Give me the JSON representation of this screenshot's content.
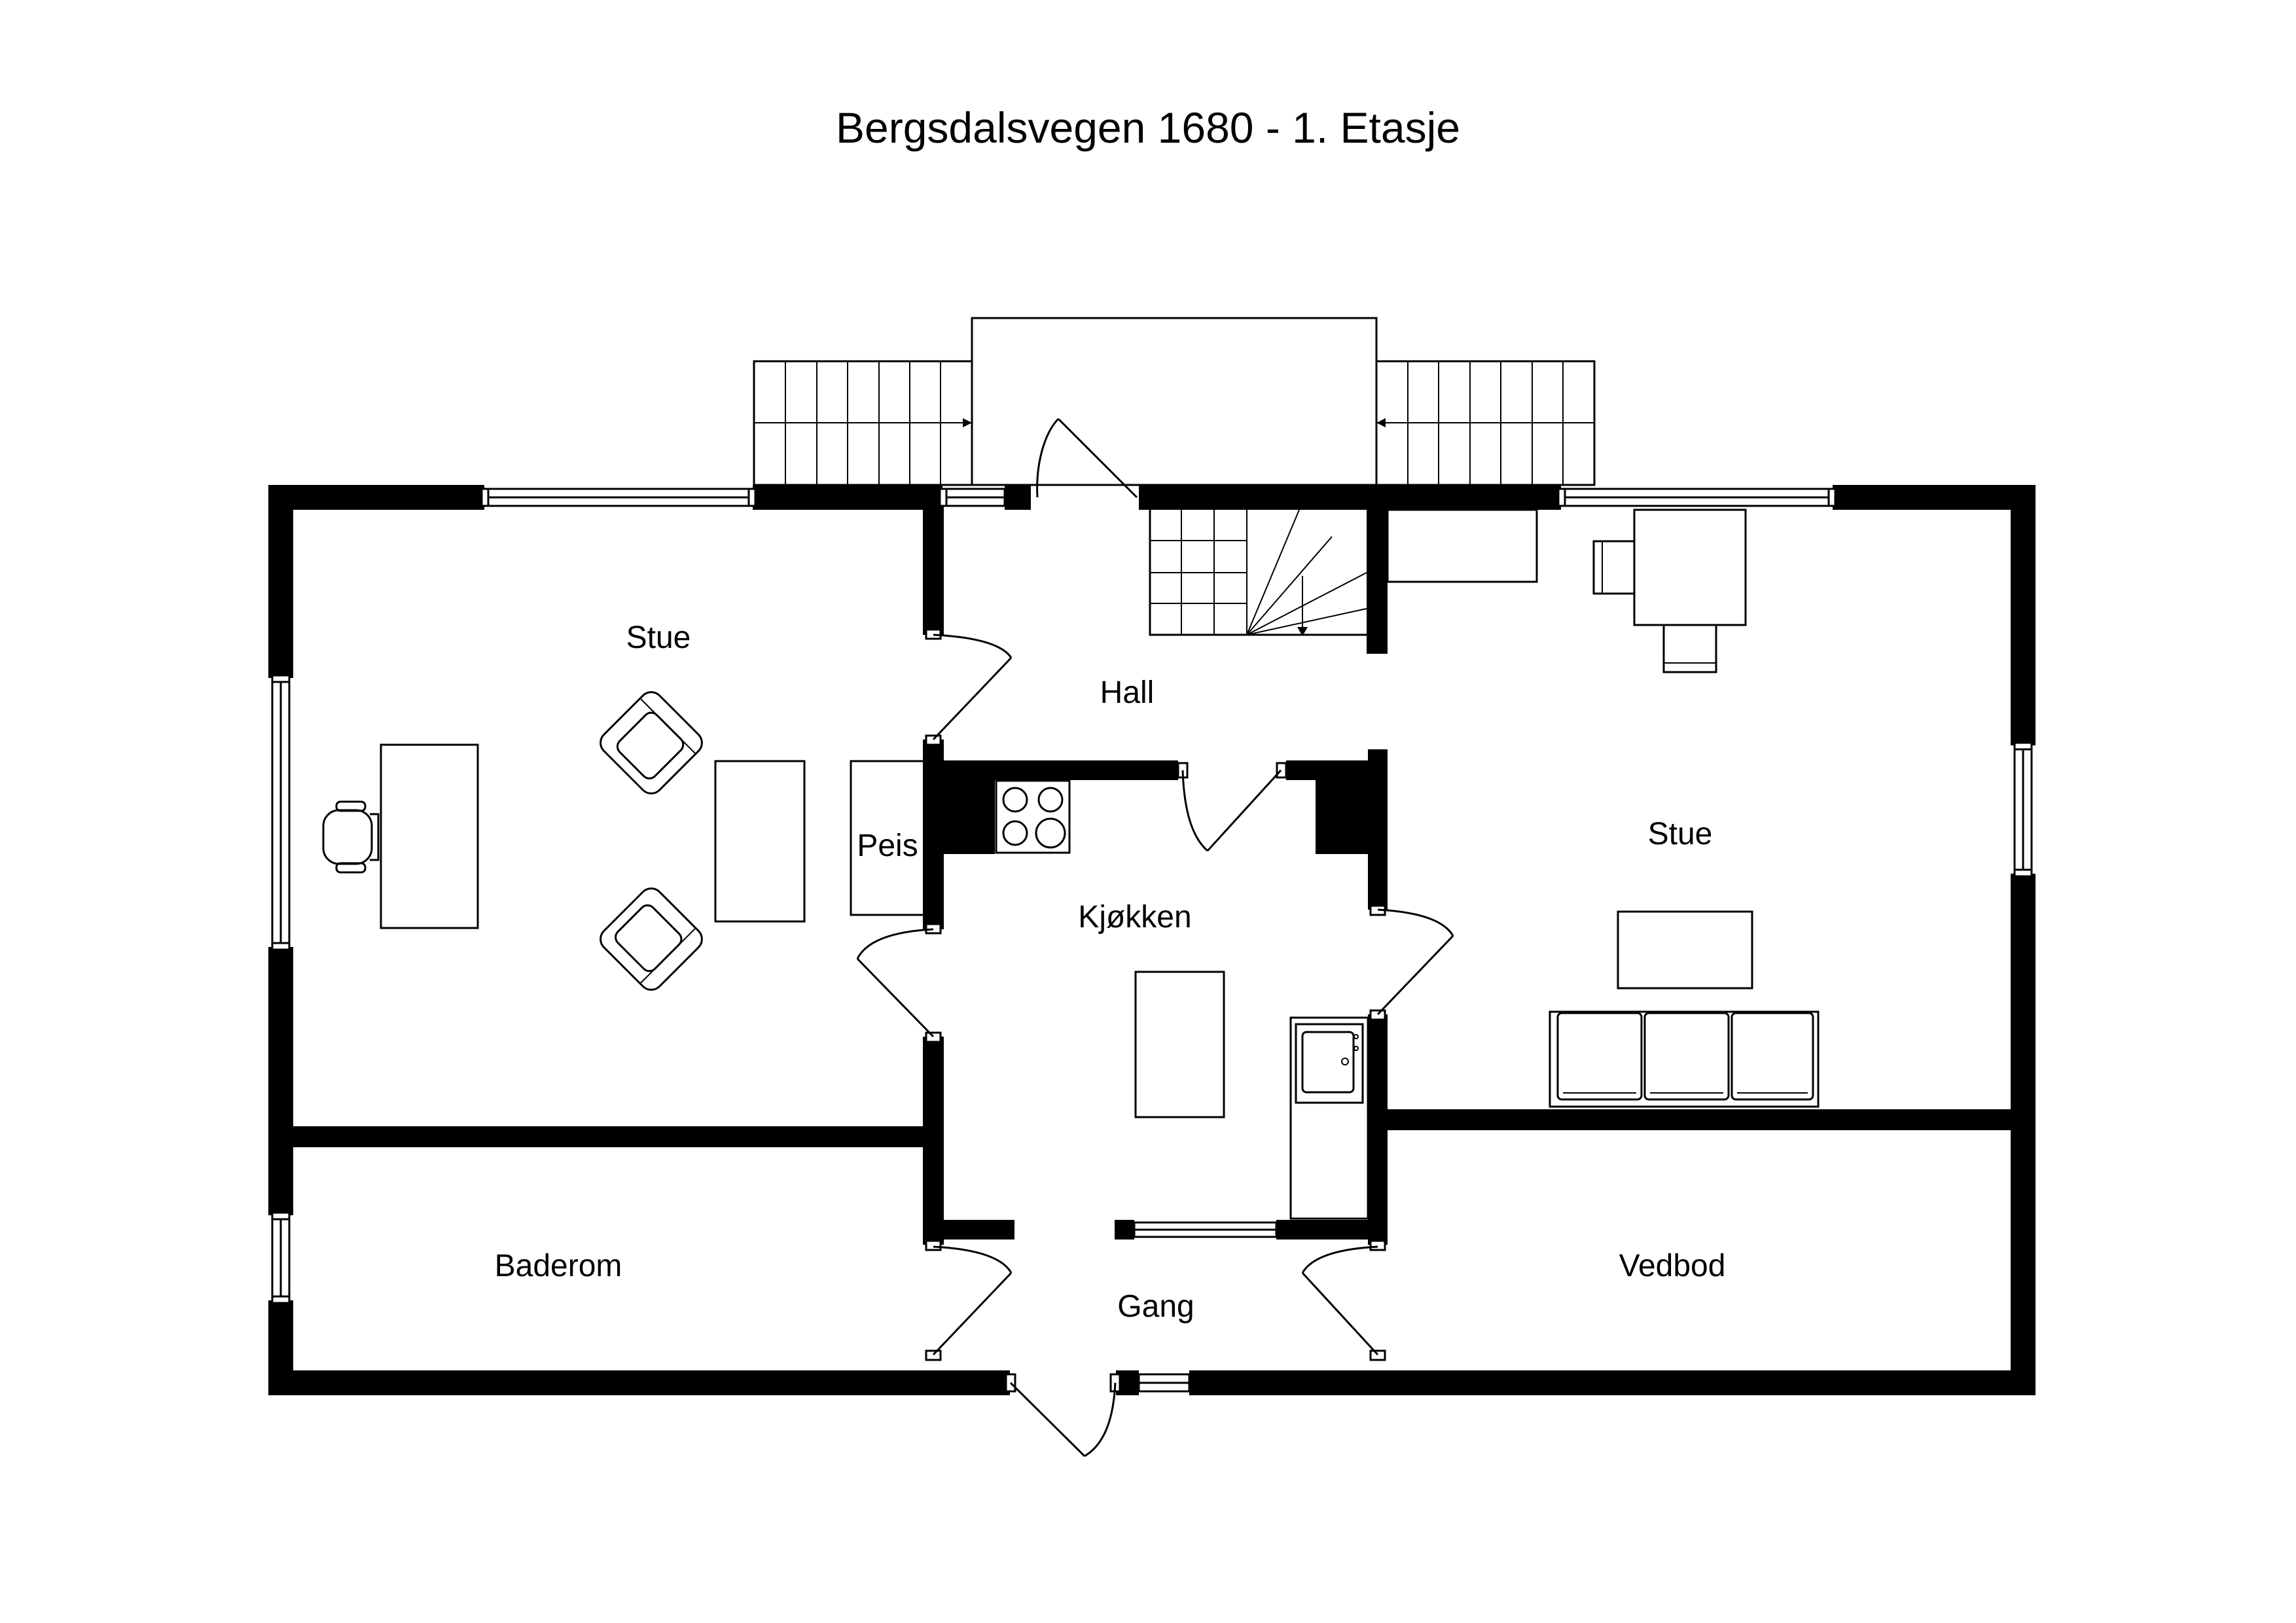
{
  "title": "Bergsdalsvegen 1680 - 1. Etasje",
  "rooms": {
    "stue_left": "Stue",
    "hall": "Hall",
    "peis": "Peis",
    "kjokken": "Kjøkken",
    "stue_right": "Stue",
    "baderom": "Baderom",
    "gang": "Gang",
    "vedbod": "Vedbod"
  }
}
